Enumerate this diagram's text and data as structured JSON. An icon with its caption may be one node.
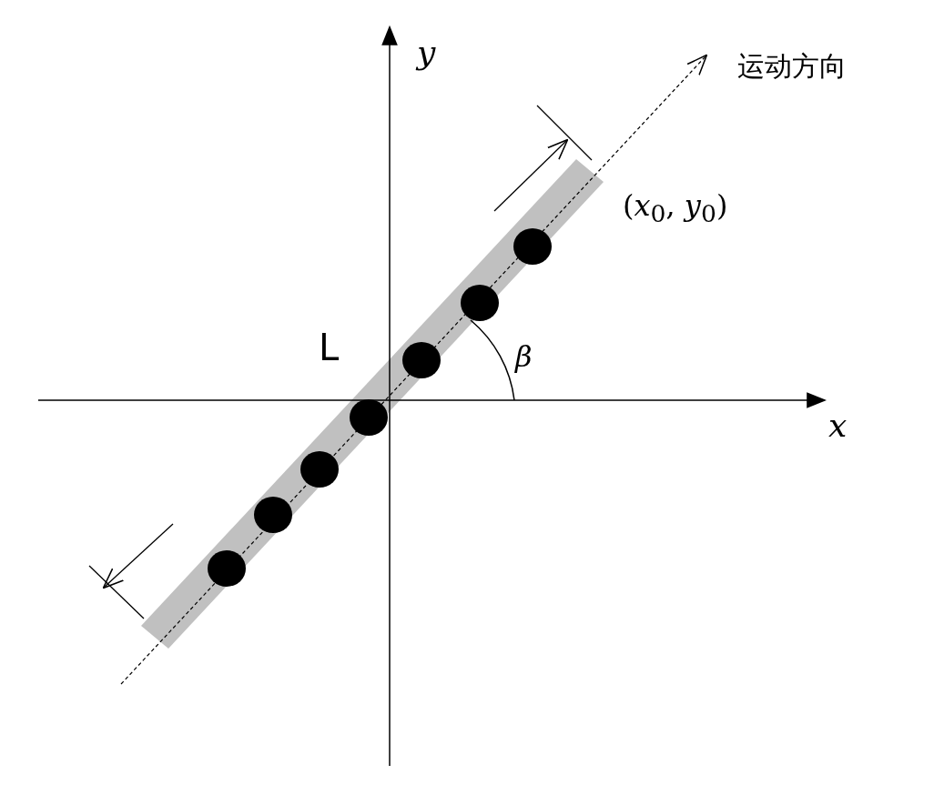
{
  "diagram": {
    "labels": [
      "y",
      "运动方向",
      "(*x*$_{0}$, *y*$_{0}$)",
      "L",
      "β",
      "x"
    ]
  }
}
